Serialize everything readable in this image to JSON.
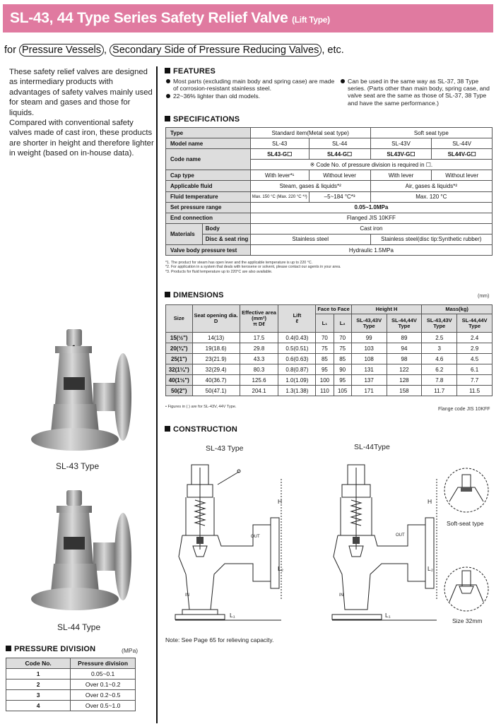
{
  "title": {
    "main": "SL-43, 44 Type Series Safety Relief Valve",
    "suffix": "(Lift Type)"
  },
  "for_line": {
    "prefix": "for",
    "item1": "Pressure Vessels",
    "sep": ",",
    "item2": "Secondary Side of Pressure Reducing Valves",
    "suffix": ", etc."
  },
  "intro": {
    "p1": "These safety relief valves are designed as intermediary products with advantages of safety valves mainly used for steam and gases and those for liquids.",
    "p2": "Compared with conventional safety valves made of cast iron, these products are shorter in height and therefore lighter in weight (based on in-house data)."
  },
  "features": {
    "heading": "FEATURES",
    "items": [
      "Most parts (excluding main body and spring case) are made of corrosion-resistant stainless steel.",
      "22~36% lighter than old models.",
      "Can be used in the same way as SL-37, 38 Type series. (Parts other than main body, spring case, and valve seat are the same as those of SL-37, 38 Type and have the same performance.)"
    ]
  },
  "specifications": {
    "heading": "SPECIFICATIONS",
    "labels": {
      "type": "Type",
      "model": "Model name",
      "code": "Code name",
      "cap": "Cap type",
      "fluid": "Applicable fluid",
      "temp": "Fluid temperature",
      "set": "Set pressure range",
      "end": "End connection",
      "materials": "Materials",
      "body": "Body",
      "disc": "Disc & seat ring",
      "test": "Valve body pressure test"
    },
    "type_std": "Standard item(Metal seat type)",
    "type_soft": "Soft seat type",
    "models": [
      "SL-43",
      "SL-44",
      "SL-43V",
      "SL-44V"
    ],
    "codes": [
      "SL43-G☐",
      "SL44-G☐",
      "SL43V-G☐",
      "SL44V-G☐"
    ],
    "code_note": "※ Code No. of pressure division is required in ☐.",
    "caps": [
      "With lever*¹",
      "Without lever",
      "With lever",
      "Without lever"
    ],
    "fluid_std": "Steam, gases & liquids*²",
    "fluid_soft": "Air, gases & liquids*²",
    "temp_a": "Max. 150 °C (Max. 220 °C *³)",
    "temp_b": "–5~184 °C*³",
    "temp_soft": "Max. 120 °C",
    "set_pressure": "0.05~1.0MPa",
    "end_connection": "Flanged JIS 10KFF",
    "body_material": "Cast iron",
    "disc_std": "Stainless steel",
    "disc_soft": "Stainless steel(disc tip:Synthetic rubber)",
    "test": "Hydraulic 1.5MPa",
    "notes": [
      "*1. The product for steam has open lever and the applicable temperature is up to 220 °C.",
      "*2. For application in a system that deals with kerosene or solvent, please contact our agents in your area.",
      "*3. Products for fluid temperature up to 220°C are also available."
    ]
  },
  "dimensions": {
    "heading": "DIMENSIONS",
    "unit": "(mm)",
    "headers": {
      "size": "Size",
      "seat": "Seat opening dia.",
      "seat_sym": "D",
      "area": "Effective area",
      "area_unit": "(mm²)",
      "area_sym": "π Dℓ",
      "lift": "Lift",
      "lift_sym": "ℓ",
      "f2f": "Face to Face",
      "l1": "L₁",
      "l2": "L₂",
      "height": "Height H",
      "mass": "Mass(kg)",
      "t1": "SL-43,43V",
      "t2": "SL-44,44V",
      "type": "Type"
    },
    "rows": [
      [
        "15(½\")",
        "14(13)",
        "17.5",
        "0.4(0.43)",
        "70",
        "70",
        "99",
        "89",
        "2.5",
        "2.4"
      ],
      [
        "20(¾\")",
        "19(18.6)",
        "29.8",
        "0.5(0.51)",
        "75",
        "75",
        "103",
        "94",
        "3",
        "2.9"
      ],
      [
        "25(1\")",
        "23(21.9)",
        "43.3",
        "0.6(0.63)",
        "85",
        "85",
        "108",
        "98",
        "4.6",
        "4.5"
      ],
      [
        "32(1¼\")",
        "32(29.4)",
        "80.3",
        "0.8(0.87)",
        "95",
        "90",
        "131",
        "122",
        "6.2",
        "6.1"
      ],
      [
        "40(1½\")",
        "40(36.7)",
        "125.6",
        "1.0(1.09)",
        "100",
        "95",
        "137",
        "128",
        "7.8",
        "7.7"
      ],
      [
        "50(2\")",
        "50(47.1)",
        "204.1",
        "1.3(1.38)",
        "110",
        "105",
        "171",
        "158",
        "11.7",
        "11.5"
      ]
    ],
    "footnote": "• Figures in ( ) are for SL-43V, 44V Type.",
    "flange": "Flange code JIS 10KFF"
  },
  "construction": {
    "heading": "CONSTRUCTION",
    "sl43": "SL-43 Type",
    "sl44": "SL-44Type",
    "soft": "Soft-seat type",
    "size": "Size 32mm",
    "note": "Note: See Page 65 for relieving capacity.",
    "out": "OUT",
    "in": "IN",
    "h": "H",
    "l1": "L₁",
    "l2": "L₂"
  },
  "photos": {
    "sl43": "SL-43 Type",
    "sl44": "SL-44 Type"
  },
  "pressure_division": {
    "heading": "PRESSURE DIVISION",
    "unit": "(MPa)",
    "headers": [
      "Code No.",
      "Pressure division"
    ],
    "rows": [
      [
        "1",
        "0.05~0.1"
      ],
      [
        "2",
        "Over 0.1~0.2"
      ],
      [
        "3",
        "Over 0.2~0.5"
      ],
      [
        "4",
        "Over 0.5~1.0"
      ]
    ]
  }
}
